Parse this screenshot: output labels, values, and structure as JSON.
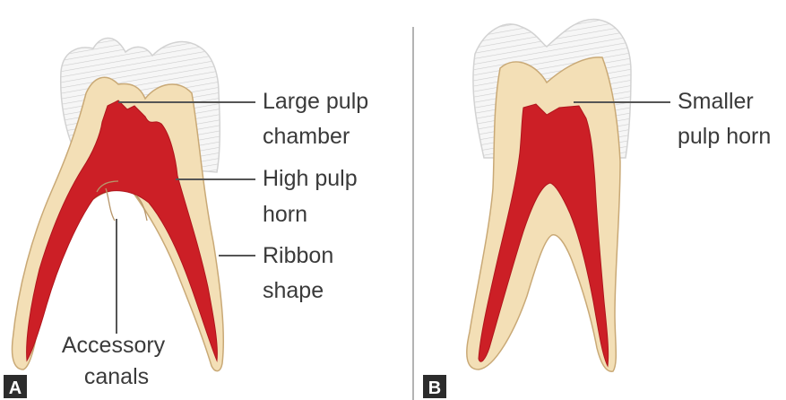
{
  "panel_a": {
    "letter": "A",
    "labels": {
      "large_pulp_chamber": [
        "Large pulp",
        "chamber"
      ],
      "high_pulp_horn": [
        "High pulp",
        "horn"
      ],
      "ribbon_shape": [
        "Ribbon",
        "shape"
      ],
      "accessory_canals": [
        "Accessory",
        "canals"
      ]
    }
  },
  "panel_b": {
    "letter": "B",
    "labels": {
      "smaller_pulp_horn": [
        "Smaller",
        "pulp horn"
      ]
    }
  },
  "colors": {
    "enamel": "#f4f4f4",
    "enamel_stripe": "#cfcfcf",
    "dentin": "#f3dfb6",
    "dentin_edge": "#c9a976",
    "pulp": "#cc1f26",
    "pulp_dark": "#b0151c",
    "leader": "#555555",
    "divider": "#9a9a9a",
    "badge": "#2c2c2c"
  }
}
